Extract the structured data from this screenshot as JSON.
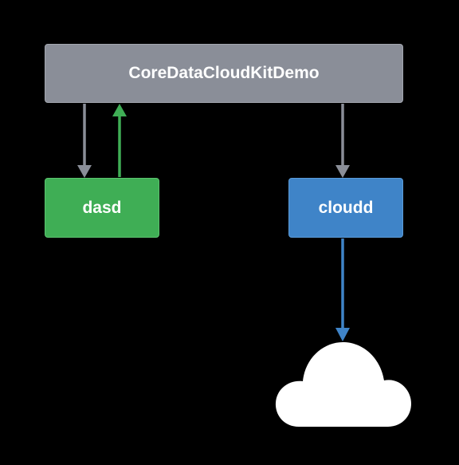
{
  "nodes": {
    "app": {
      "label": "CoreDataCloudKitDemo"
    },
    "dasd": {
      "label": "dasd"
    },
    "cloudd": {
      "label": "cloudd"
    }
  },
  "colors": {
    "app_box": "#8a8e98",
    "dasd_box": "#3fae55",
    "cloudd_box": "#3f84c8",
    "gray_arrow": "#8a8e98",
    "green_arrow": "#3fae55",
    "blue_arrow": "#3f84c8",
    "cloud": "#ffffff",
    "background": "#000000"
  },
  "edges": [
    {
      "from": "app",
      "to": "dasd",
      "color": "gray"
    },
    {
      "from": "dasd",
      "to": "app",
      "color": "green"
    },
    {
      "from": "app",
      "to": "cloudd",
      "color": "gray"
    },
    {
      "from": "cloudd",
      "to": "icloud",
      "color": "blue"
    }
  ],
  "icons": {
    "icloud": "cloud-icon"
  }
}
